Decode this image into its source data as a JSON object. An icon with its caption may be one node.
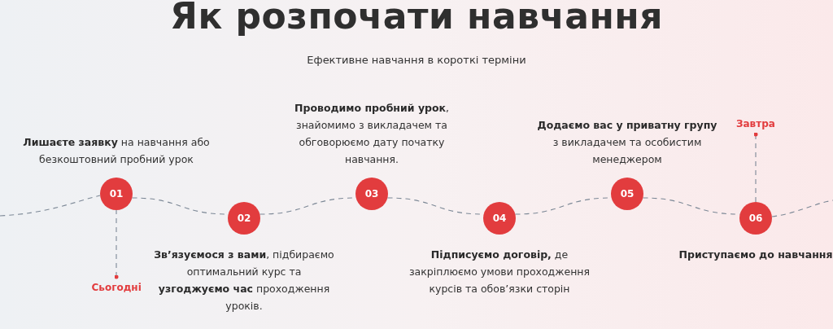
{
  "diagram": {
    "title": "Як розпочати навчання",
    "nodes": [
      {
        "text": [
          "01"
        ],
        "beside": [
          "**Лишаєте заявку** на навчання або безкоштовний пробний урок"
        ]
      },
      {
        "text": [
          "02"
        ],
        "beside": [
          "**Зв’язуємося з вами**, підбираємо оптимальний курс та **узгоджуємо час** проходження уроків."
        ]
      },
      {
        "text": [
          "03"
        ],
        "beside": [
          "**Проводимо пробний урок**, знайомимо з викладачем та обговорюємо дату початку навчання."
        ]
      },
      {
        "text": [
          "04"
        ],
        "beside": [
          "**Підписуємо договір,** де закріплюємо умови проходження курсів та обов’язки сторін"
        ]
      },
      {
        "text": [
          "05"
        ],
        "beside": [
          "**Додаємо вас у приватну групу** з викладачем та особистим менеджером"
        ]
      },
      {
        "text": [
          "06"
        ],
        "beside": [
          "**Приступаємо до навчання**"
        ]
      },
      {
        "text": [
          "Сьогодні"
        ]
      },
      {
        "text": [
          "Завтра"
        ]
      }
    ],
    "edges": [
      {
        "from": null,
        "to": 0,
        "arrow": "none",
        "style": "dashed"
      },
      {
        "from": 0,
        "to": 1,
        "arrow": "none",
        "style": "dashed"
      },
      {
        "from": 1,
        "to": 2,
        "arrow": "none",
        "style": "dashed"
      },
      {
        "from": 2,
        "to": 3,
        "arrow": "none",
        "style": "dashed"
      },
      {
        "from": 3,
        "to": 4,
        "arrow": "none",
        "style": "dashed"
      },
      {
        "from": 4,
        "to": 5,
        "arrow": "none",
        "style": "dashed"
      },
      {
        "from": 5,
        "to": null,
        "arrow": "none",
        "style": "dashed"
      },
      {
        "from": 6,
        "to": 0,
        "arrow": "other",
        "style": "dashed"
      },
      {
        "from": 7,
        "to": 5,
        "arrow": "other",
        "style": "dashed"
      }
    ],
    "labels": [
      "Ефективне навчання в короткі терміни"
    ]
  }
}
